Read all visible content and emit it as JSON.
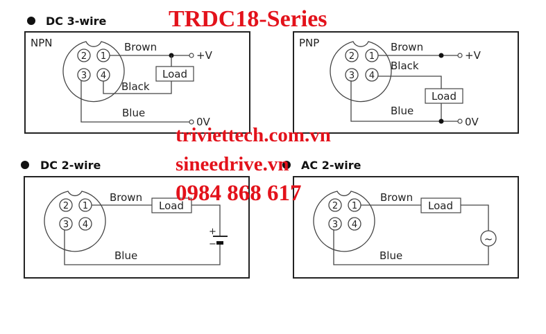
{
  "title": "TRDC18-Series",
  "watermarks": {
    "site1": "triviettech.com.vn",
    "site2": "sineedrive.vn",
    "phone": "0984 868 617"
  },
  "colors": {
    "watermark": "#e3121b",
    "line": "#444444",
    "text": "#222222"
  },
  "sections": {
    "dc3": {
      "heading": "DC 3-wire",
      "npn": {
        "type": "NPN",
        "pins": [
          "1",
          "2",
          "3",
          "4"
        ],
        "brown": "Brown",
        "black": "Black",
        "blue": "Blue",
        "load": "Load",
        "vplus": "+V",
        "zero": "0V"
      },
      "pnp": {
        "type": "PNP",
        "pins": [
          "1",
          "2",
          "3",
          "4"
        ],
        "brown": "Brown",
        "black": "Black",
        "blue": "Blue",
        "load": "Load",
        "vplus": "+V",
        "zero": "0V"
      }
    },
    "dc2": {
      "heading": "DC 2-wire",
      "pins": [
        "1",
        "2",
        "3",
        "4"
      ],
      "brown": "Brown",
      "blue": "Blue",
      "load": "Load",
      "plus": "+",
      "minus": "−"
    },
    "ac2": {
      "heading": "AC 2-wire",
      "pins": [
        "1",
        "2",
        "3",
        "4"
      ],
      "brown": "Brown",
      "blue": "Blue",
      "load": "Load",
      "source": "~"
    }
  }
}
